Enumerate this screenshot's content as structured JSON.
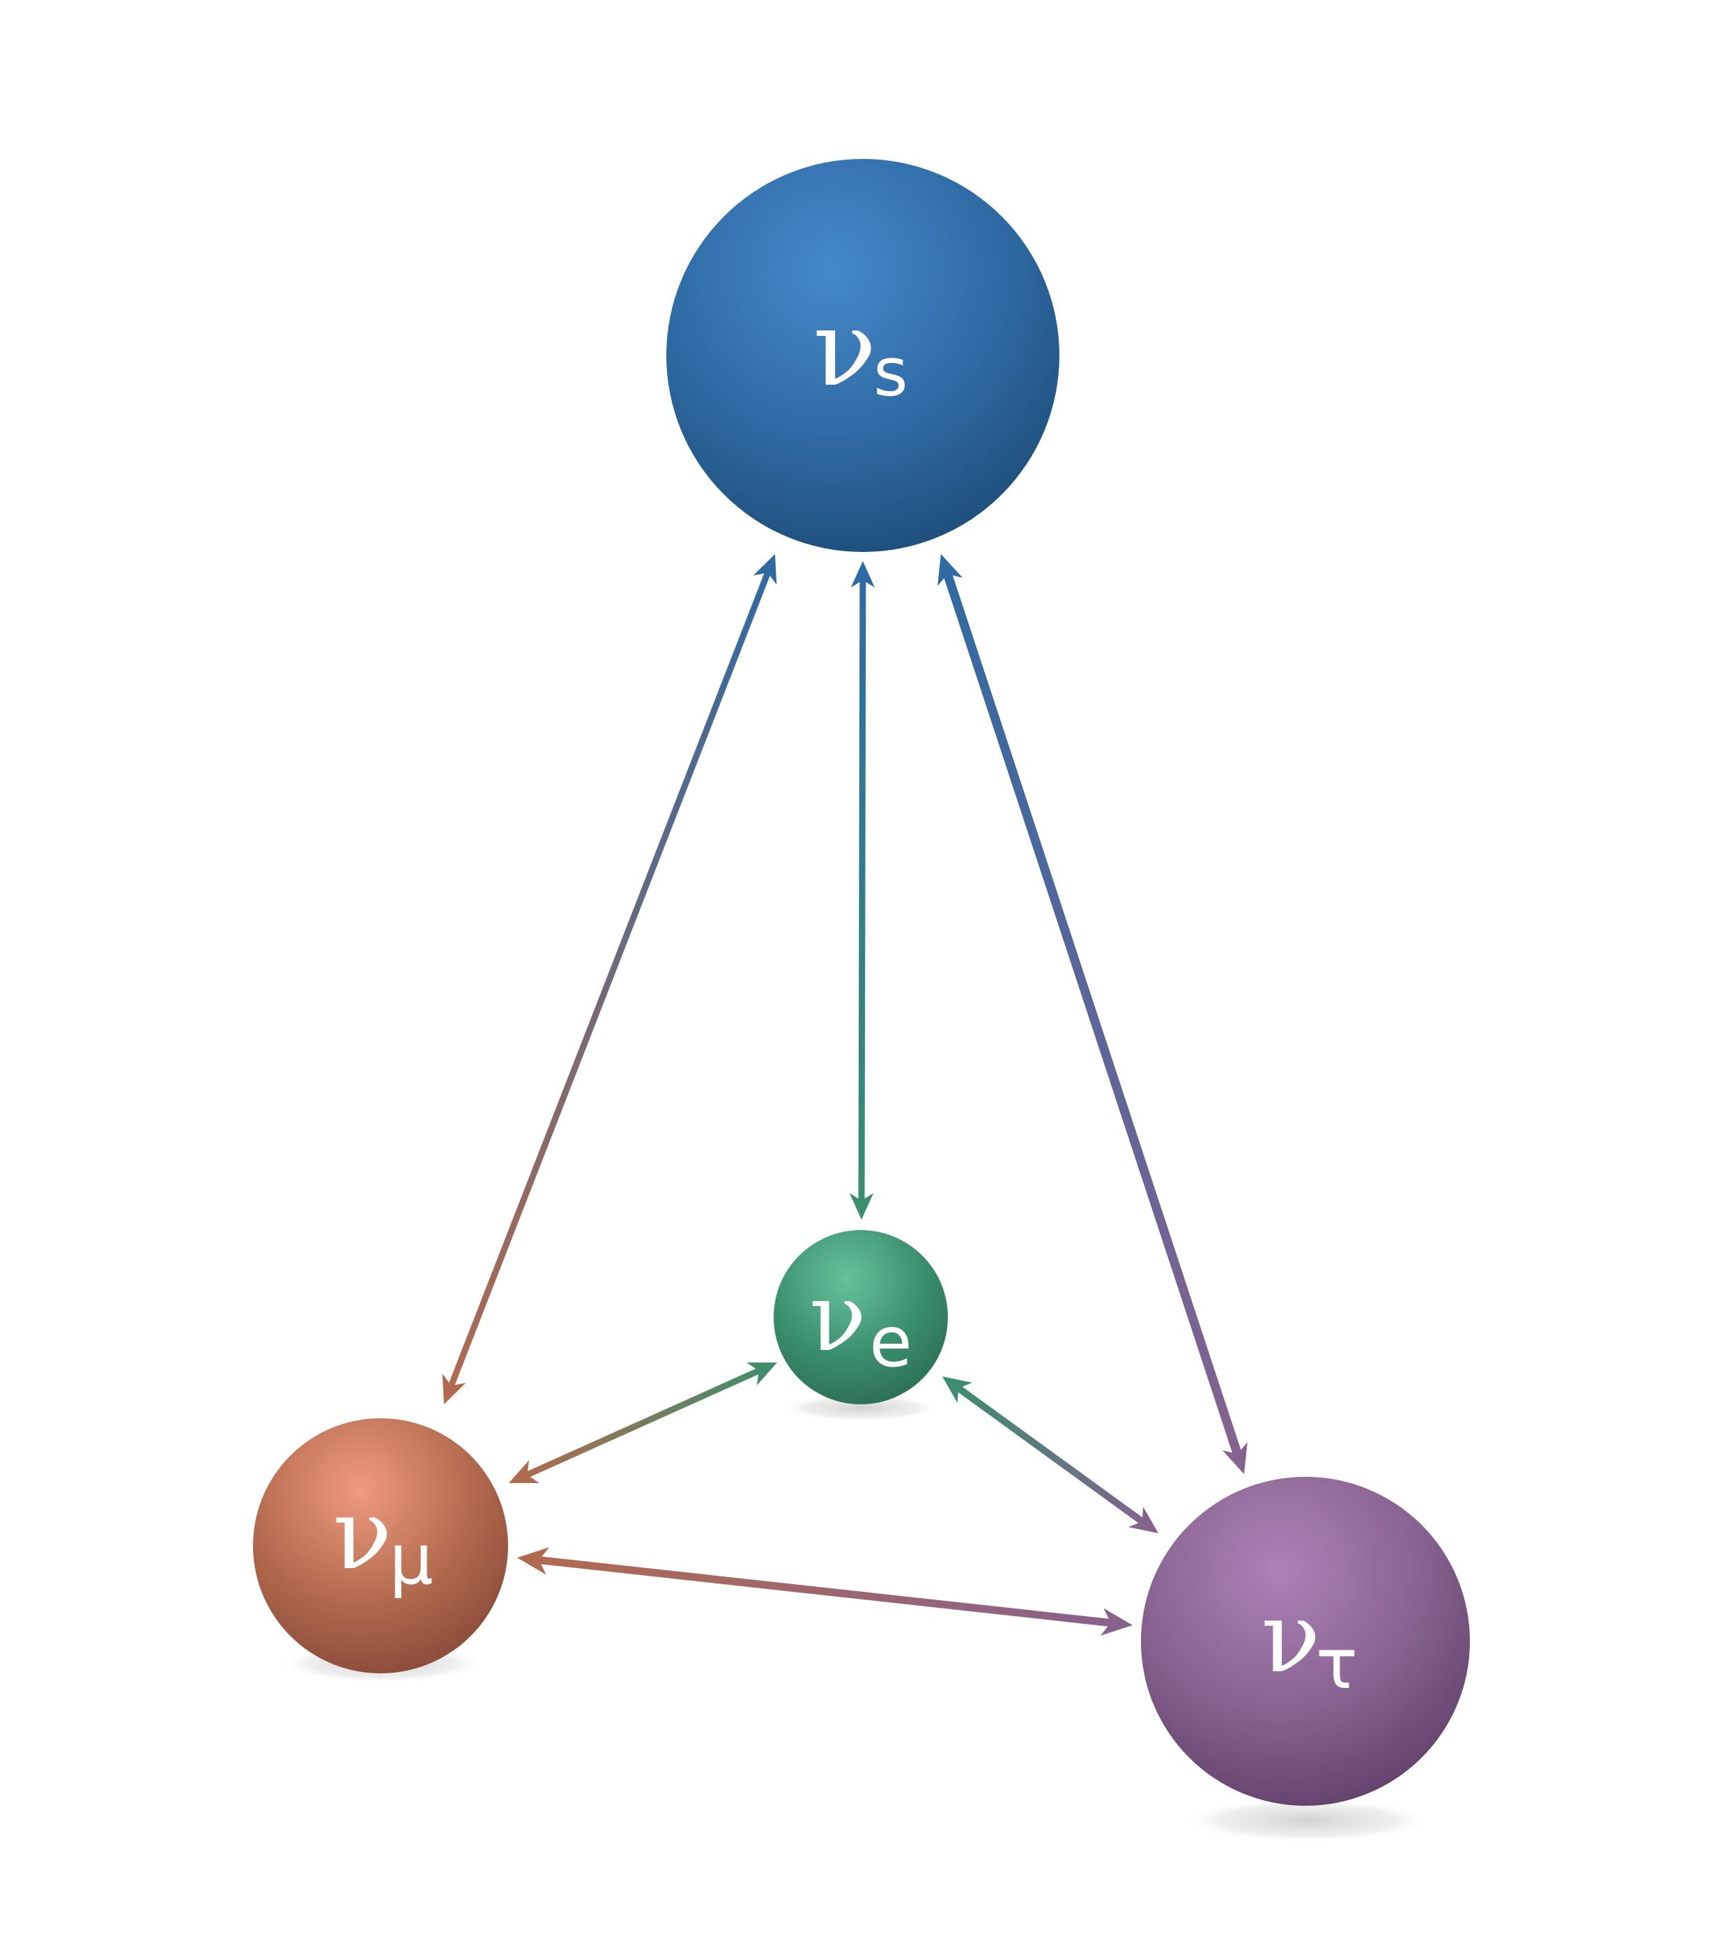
{
  "colors": {
    "sterile": "#2e6aa3",
    "electron": "#3a8f6e",
    "muon": "#b36a4e",
    "tau": "#87628f",
    "shadow": "#d9d9d9",
    "background": "#ffffff"
  },
  "nodes": {
    "sterile": {
      "symbol": "ν",
      "subscript": "s"
    },
    "electron": {
      "symbol": "ν",
      "subscript": "e"
    },
    "muon": {
      "symbol": "ν",
      "subscript": "μ"
    },
    "tau": {
      "symbol": "ν",
      "subscript": "τ"
    }
  },
  "edges": [
    {
      "from": "sterile",
      "to": "electron",
      "bidirectional": true
    },
    {
      "from": "sterile",
      "to": "muon",
      "bidirectional": true
    },
    {
      "from": "sterile",
      "to": "tau",
      "bidirectional": true
    },
    {
      "from": "electron",
      "to": "muon",
      "bidirectional": true
    },
    {
      "from": "electron",
      "to": "tau",
      "bidirectional": true
    },
    {
      "from": "muon",
      "to": "tau",
      "bidirectional": true
    }
  ]
}
